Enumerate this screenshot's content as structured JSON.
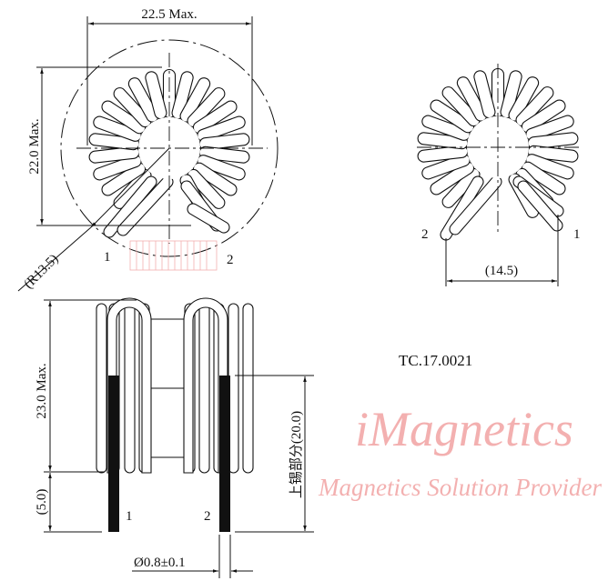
{
  "part_number": "TC.17.0021",
  "dimensions": {
    "width": "22.5 Max.",
    "height_top": "22.0 Max.",
    "radius": "(R13.5)",
    "pin_spacing": "(14.5)",
    "height_side": "23.0 Max.",
    "lead_length": "(5.0)",
    "tinned_length": "上锡部分(20.0)",
    "wire_diameter": "Ø0.8±0.1"
  },
  "pins": {
    "pin1": "1",
    "pin2": "2"
  },
  "watermark": {
    "brand": "iMagnetics",
    "tagline": "Magnetics Solution Provider"
  },
  "colors": {
    "line": "#111111",
    "watermark": "#f3b0b0"
  }
}
